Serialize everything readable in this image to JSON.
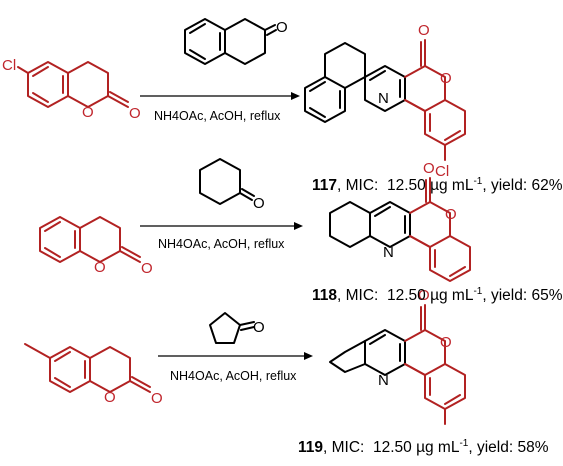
{
  "atoms": {
    "cl": "Cl",
    "o": "O",
    "n": "N"
  },
  "reactions": [
    {
      "conditions": "NH4OAc, AcOH, reflux",
      "compound": "117",
      "mic_label": ", MIC:",
      "mic_value": "12.50 µg mL",
      "mic_exp": "-1",
      "yield": ", yield: 62%"
    },
    {
      "conditions": "NH4OAc, AcOH, reflux",
      "compound": "118",
      "mic_label": ", MIC:",
      "mic_value": "12.50 µg mL",
      "mic_exp": "-1",
      "yield": ", yield: 65%"
    },
    {
      "conditions": "NH4OAc, AcOH, reflux",
      "compound": "119",
      "mic_label": ", MIC:",
      "mic_value": "12.50 µg mL",
      "mic_exp": "-1",
      "yield": ", yield: 58%"
    }
  ],
  "colors": {
    "highlight": "#c0262d",
    "bond": "#000000"
  }
}
